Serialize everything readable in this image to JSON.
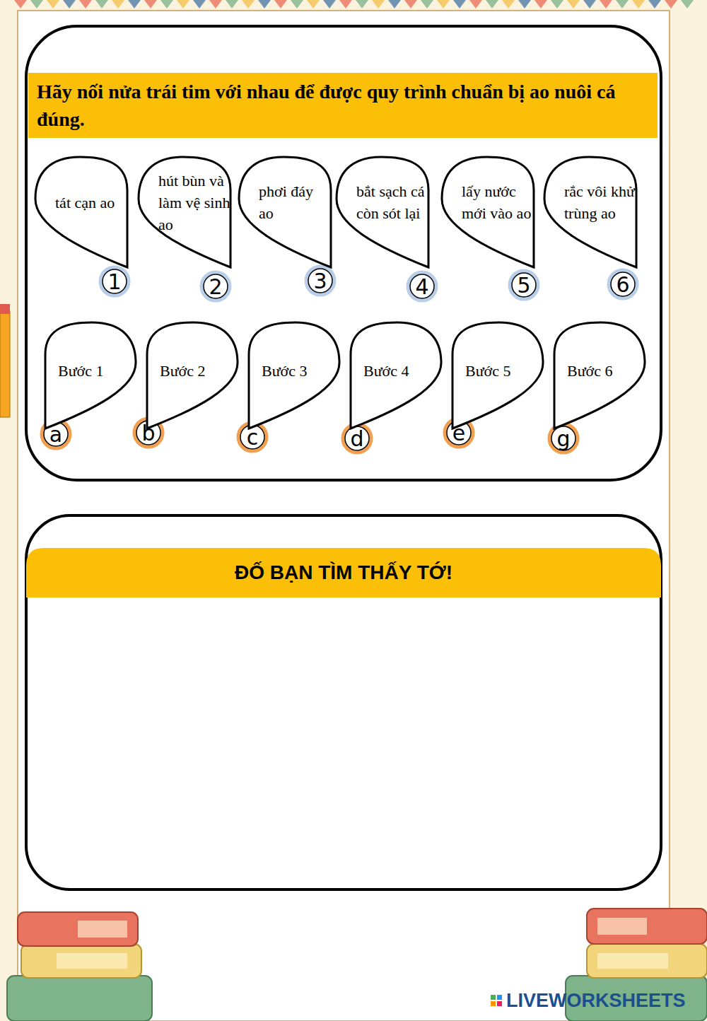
{
  "diagram": {
    "title": "Hãy nối nửa trái tim với nhau để được quy trình chuẩn bị ao nuôi cá đúng.",
    "nodes": [
      {
        "text": [
          "tát cạn ao"
        ]
      },
      {
        "text": [
          "hút bùn và làm vệ sinh ao"
        ]
      },
      {
        "text": [
          "phơi đáy ao"
        ]
      },
      {
        "text": [
          "bắt sạch cá còn sót lại"
        ]
      },
      {
        "text": [
          "lấy nước mới vào ao"
        ]
      },
      {
        "text": [
          "rắc vôi khử trùng ao"
        ]
      },
      {
        "text": [
          "Bước 1"
        ]
      },
      {
        "text": [
          "Bước 2"
        ]
      },
      {
        "text": [
          "Bước 3"
        ]
      },
      {
        "text": [
          "Bước 4"
        ]
      },
      {
        "text": [
          "Bước 5"
        ]
      },
      {
        "text": [
          "Bước 6"
        ]
      },
      {
        "text": [
          "ĐỐ BẠN TÌM THẤY TỚ!"
        ]
      }
    ],
    "labels": [
      "1",
      "2",
      "3",
      "4",
      "5",
      "6",
      "a",
      "b",
      "c",
      "d",
      "e",
      "g",
      "LIVEWORKSHEETS"
    ]
  }
}
